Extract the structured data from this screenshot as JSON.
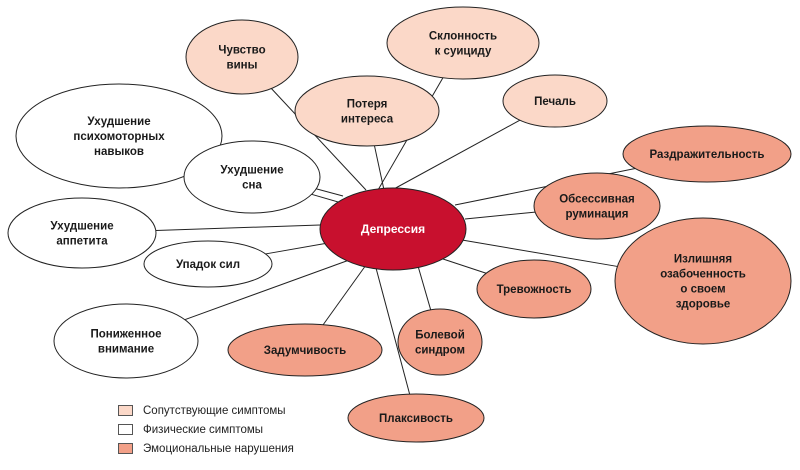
{
  "colors": {
    "center_fill": "#c8102e",
    "accompanying_fill": "#fbd8c8",
    "physical_fill": "#ffffff",
    "emotional_fill": "#f2a088",
    "stroke": "#222222"
  },
  "center": {
    "label": "Депрессия"
  },
  "nodes": [
    {
      "id": "guilt",
      "category": "accompanying",
      "lines": [
        "Чувство",
        "вины"
      ]
    },
    {
      "id": "suicide",
      "category": "accompanying",
      "lines": [
        "Склонность",
        "к суициду"
      ]
    },
    {
      "id": "interest-loss",
      "category": "accompanying",
      "lines": [
        "Потеря",
        "интереса"
      ]
    },
    {
      "id": "sadness",
      "category": "accompanying",
      "lines": [
        "Печаль"
      ]
    },
    {
      "id": "psychomotor",
      "category": "physical",
      "lines": [
        "Ухудшение",
        "психомоторных",
        "навыков"
      ]
    },
    {
      "id": "sleep",
      "category": "physical",
      "lines": [
        "Ухудшение",
        "сна"
      ]
    },
    {
      "id": "appetite",
      "category": "physical",
      "lines": [
        "Ухудшение",
        "аппетита"
      ]
    },
    {
      "id": "fatigue",
      "category": "physical",
      "lines": [
        "Упадок сил"
      ]
    },
    {
      "id": "attention",
      "category": "physical",
      "lines": [
        "Пониженное",
        "внимание"
      ]
    },
    {
      "id": "irritability",
      "category": "emotional",
      "lines": [
        "Раздражительность"
      ]
    },
    {
      "id": "rumination",
      "category": "emotional",
      "lines": [
        "Обсессивная",
        "руминация"
      ]
    },
    {
      "id": "health-concern",
      "category": "emotional",
      "lines": [
        "Излишняя",
        "озабоченность",
        "о своем",
        "здоровье"
      ]
    },
    {
      "id": "anxiety",
      "category": "emotional",
      "lines": [
        "Тревожность"
      ]
    },
    {
      "id": "pain",
      "category": "emotional",
      "lines": [
        "Болевой",
        "синдром"
      ]
    },
    {
      "id": "pensiveness",
      "category": "emotional",
      "lines": [
        "Задумчивость"
      ]
    },
    {
      "id": "tearfulness",
      "category": "emotional",
      "lines": [
        "Плаксивость"
      ]
    }
  ],
  "legend": {
    "accompanying": "Сопутствующие симптомы",
    "physical": "Физические симптомы",
    "emotional": "Эмоциональные нарушения"
  }
}
